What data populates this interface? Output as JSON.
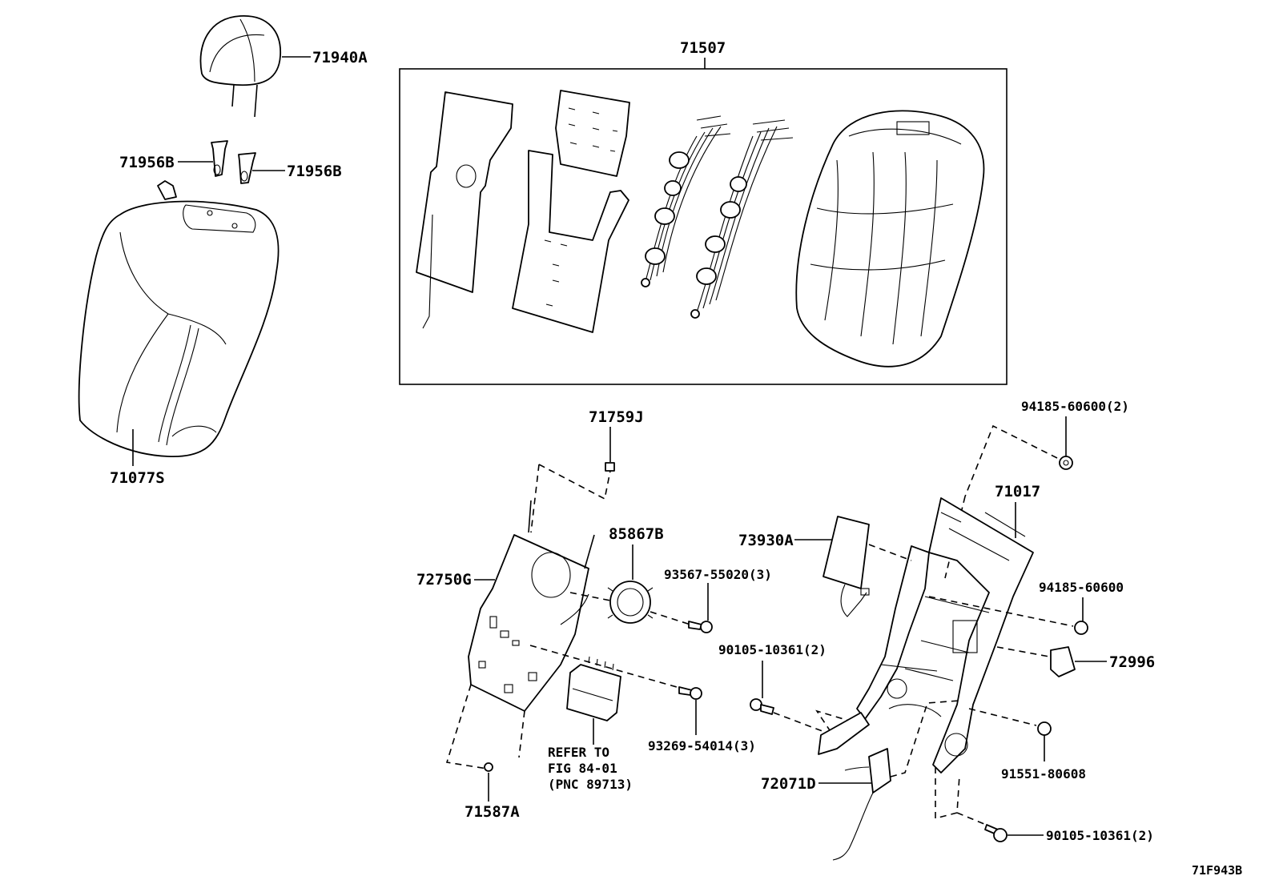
{
  "labels": {
    "headrest": "71940A",
    "guide_left": "71956B",
    "guide_right": "71956B",
    "cover": "71077S",
    "pad_assembly": "71507",
    "clip_top": "71759J",
    "cover_plate": "72750G",
    "clip_bottom": "71587A",
    "sensor_part": "85867B",
    "screw_a": "93567-55020(3)",
    "screw_b": "93269-54014(3)",
    "refer_line1": "REFER TO",
    "refer_line2": "FIG 84-01",
    "refer_line3": "(PNC 89713)",
    "nut_a": "94185-60600(2)",
    "frame": "71017",
    "module": "73930A",
    "nut_b": "94185-60600",
    "bolt_a": "90105-10361(2)",
    "cover_small": "72996",
    "recliner": "72071D",
    "nut_c": "91551-80608",
    "bolt_b": "90105-10361(2)",
    "figure_code": "71F943B"
  }
}
